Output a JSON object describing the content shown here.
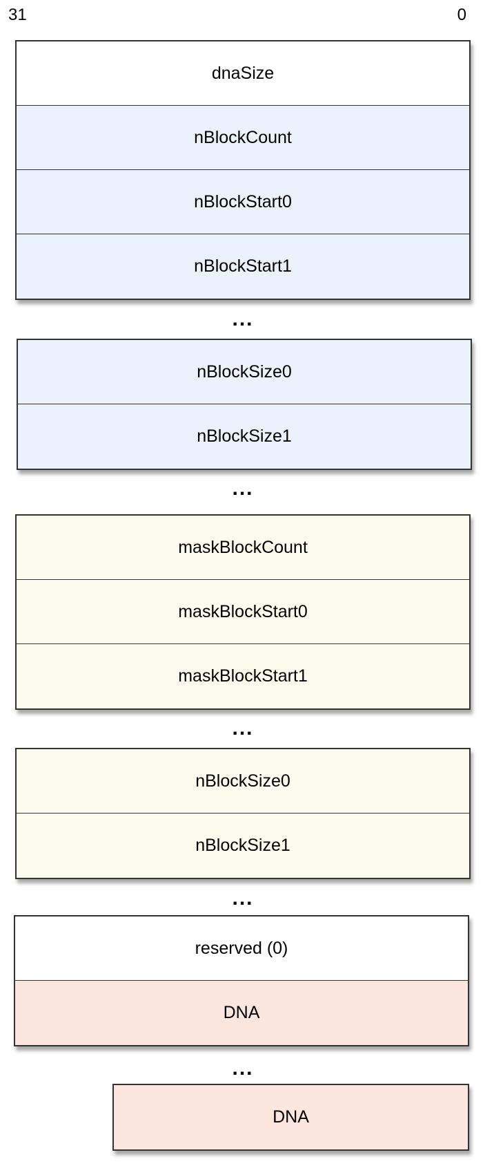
{
  "bit_labels": {
    "high": "31",
    "low": "0"
  },
  "ellipsis": "...",
  "groups": [
    {
      "fields": [
        {
          "label": "dnaSize",
          "color": "#ffffff"
        },
        {
          "label": "nBlockCount",
          "color": "#ebf2fb"
        },
        {
          "label": "nBlockStart0",
          "color": "#ebf2fb"
        },
        {
          "label": "nBlockStart1",
          "color": "#ebf2fb"
        }
      ]
    },
    {
      "fields": [
        {
          "label": "nBlockSize0",
          "color": "#ebf2fb"
        },
        {
          "label": "nBlockSize1",
          "color": "#ebf2fb"
        }
      ]
    },
    {
      "fields": [
        {
          "label": "maskBlockCount",
          "color": "#fcfcee"
        },
        {
          "label": "maskBlockStart0",
          "color": "#fcfcee"
        },
        {
          "label": "maskBlockStart1",
          "color": "#fcfcee"
        }
      ]
    },
    {
      "fields": [
        {
          "label": "nBlockSize0",
          "color": "#fcfcee"
        },
        {
          "label": "nBlockSize1",
          "color": "#fcfcee"
        }
      ]
    },
    {
      "fields": [
        {
          "label": "reserved (0)",
          "color": "#ffffff"
        },
        {
          "label": "DNA",
          "color": "#fde6de"
        }
      ]
    },
    {
      "fields": [
        {
          "label": "DNA",
          "color": "#fde6de"
        }
      ]
    }
  ]
}
